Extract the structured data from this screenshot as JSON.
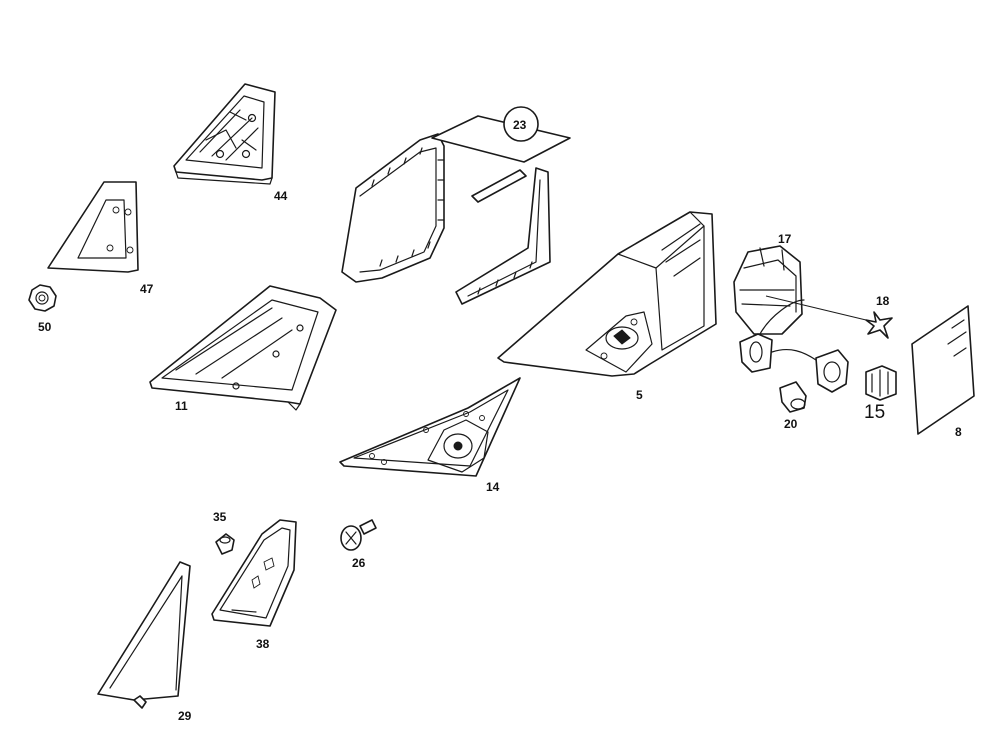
{
  "labels": {
    "p44": "44",
    "p47": "47",
    "p50": "50",
    "p11": "11",
    "p23": "23",
    "p5": "5",
    "p17": "17",
    "p18": "18",
    "p20": "20",
    "p15": "15",
    "p8": "8",
    "p14": "14",
    "p35": "35",
    "p26": "26",
    "p38": "38",
    "p29": "29"
  }
}
